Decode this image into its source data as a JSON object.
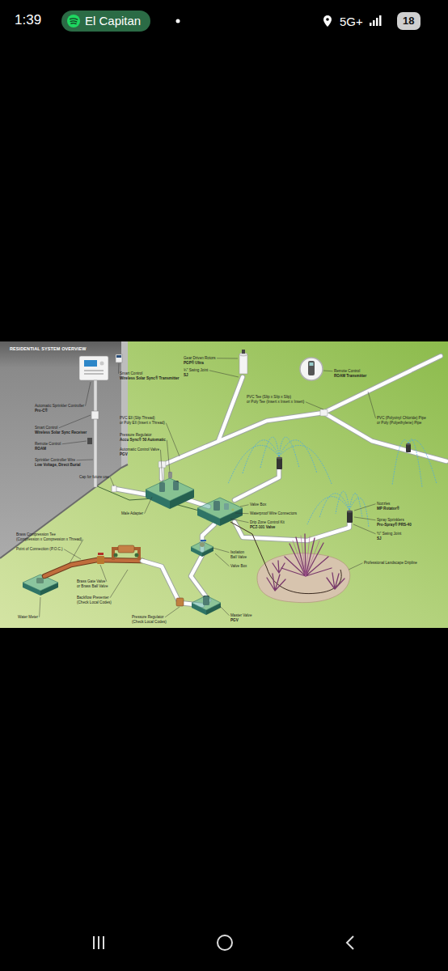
{
  "diagram": {
    "title": "RESIDENTIAL SYSTEM OVERVIEW",
    "nodes": [
      {
        "text": [
          "El Capitan"
        ]
      },
      {
        "text": [
          "18"
        ]
      }
    ],
    "labels": [
      "1:39",
      "5G+",
      "Automatic Sprinkler Controller",
      "Pro-C®",
      "Smart Control",
      "Wireless Solar Sync Receiver",
      "Remote Control",
      "ROAM",
      "Sprinkler Controller Wire",
      "Low Voltage, Direct Burial",
      "Cap for future use",
      "Male Adapter",
      "Brass Compression Tee",
      "(Compression x Compression x Thread)",
      "Point of Connection (P.O.C.)",
      "Brass Gate Valve",
      "or Brass Ball Valve",
      "Backflow Preventer",
      "(Check Local Codes)",
      "Water Meter",
      "Pressure Regulator",
      "(Check Local Codes)",
      "Smart Control",
      "Wireless Solar Sync® Transmitter",
      "PVC Ell (Slip Thread)",
      "or Poly Ell (Insert x Thread)",
      "Pressure Regulator",
      "Accu Sync® 50 Automatic",
      "Automatic Control Valve",
      "PGV",
      "Gear Driven Rotors",
      "PGP® Ultra",
      "¾\" Swing Joint",
      "SJ",
      "PVC Tee (Slip x Slip x Slip)",
      "or Poly Tee (Insert x Insert x Insert)",
      "Valve Box",
      "Waterproof Wire Connectors",
      "Drip Zone Control Kit",
      "PCZ-101 Valve",
      "Isolation",
      "Ball Valve",
      "Valve Box",
      "Master Valve",
      "PGV",
      "Remote Control",
      "ROAM Transmitter",
      "PVC (Polyvinyl Chloride) Pipe",
      "or Poly (Polyethylene) Pipe",
      "Nozzles",
      "MP Rotator®",
      "Spray Sprinklers",
      "Pro-Spray® PRS-40",
      "½\" Swing Joint",
      "SJ",
      "Professional Landscape Dripline"
    ]
  }
}
